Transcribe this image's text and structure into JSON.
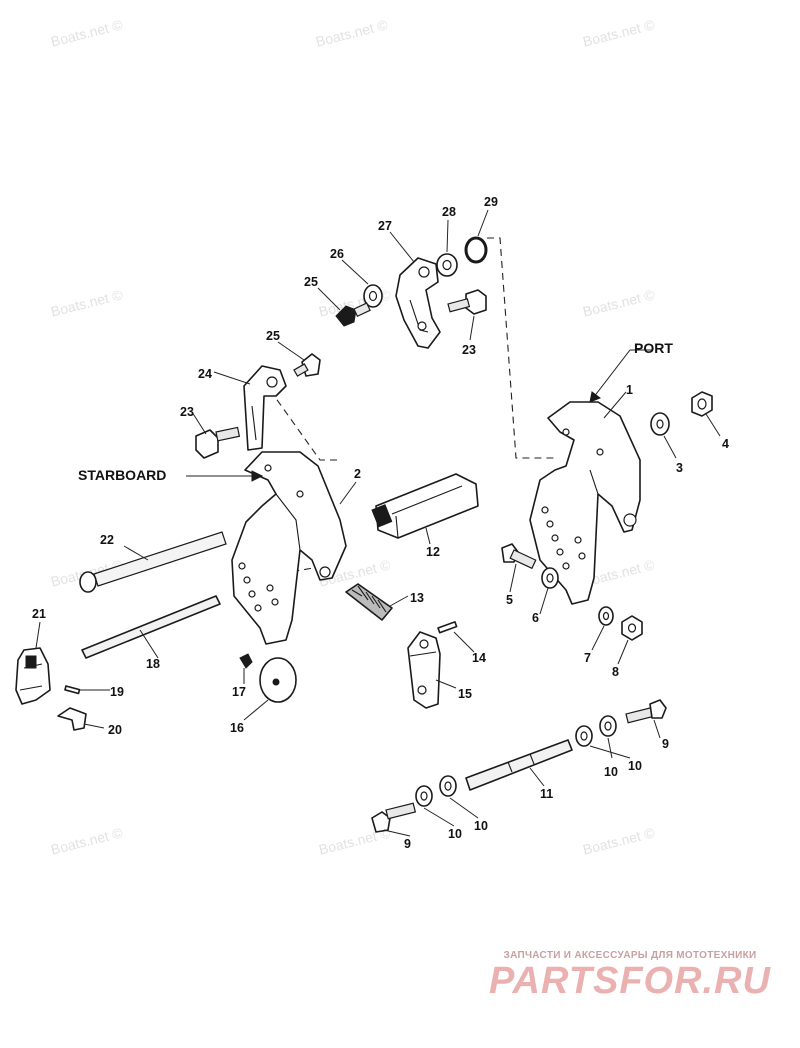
{
  "watermarks": [
    "Boats.net ©",
    "Boats.net ©",
    "Boats.net ©",
    "Boats.net ©",
    "Boats.net ©",
    "Boats.net ©",
    "Boats.net ©",
    "Boats.net ©",
    "Boats.net ©",
    "Boats.net ©",
    "Boats.net ©",
    "Boats.net ©"
  ],
  "labels": {
    "port": "PORT",
    "starboard": "STARBOARD"
  },
  "callouts": [
    "29",
    "28",
    "27",
    "26",
    "25",
    "23",
    "25",
    "24",
    "23",
    "1",
    "3",
    "4",
    "2",
    "12",
    "22",
    "5",
    "6",
    "13",
    "14",
    "7",
    "8",
    "21",
    "18",
    "17",
    "19",
    "15",
    "16",
    "20",
    "9",
    "10",
    "10",
    "11",
    "10",
    "10",
    "9"
  ],
  "logo": {
    "tagline": "ЗАПЧАСТИ И АКСЕССУАРЫ ДЛЯ МОТОТЕХНИКИ",
    "brand": "PARTSFOR.RU"
  },
  "colors": {
    "line": "#1a1a1a",
    "watermark": "#e2e2e2",
    "logo": "#ebb0b0"
  }
}
